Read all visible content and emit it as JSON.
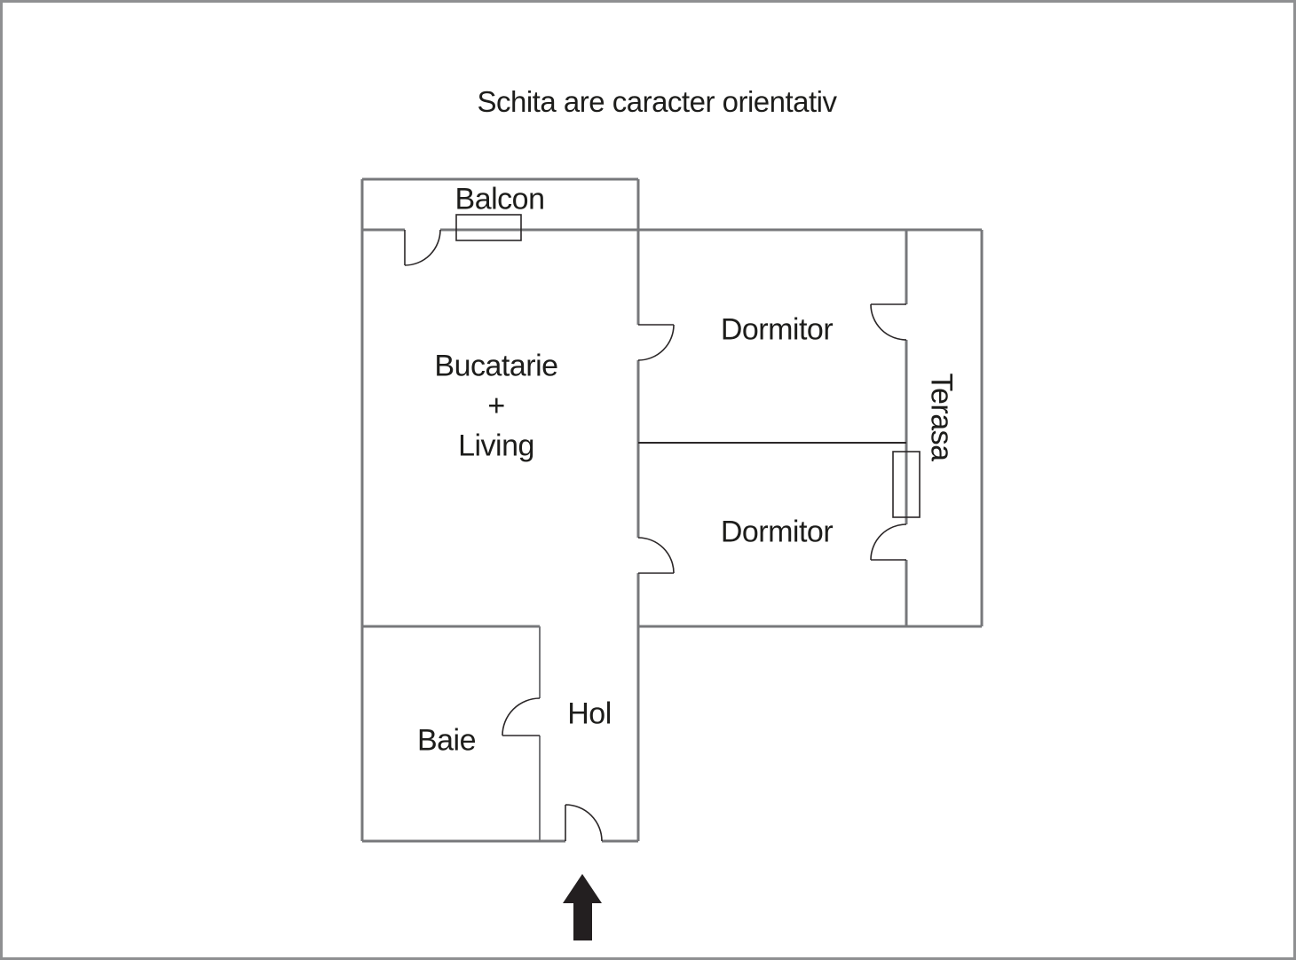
{
  "title": "Schita are caracter orientativ",
  "colors": {
    "wall": "#77787b",
    "line": "#2b2728",
    "text": "#1d1d1b",
    "arrow": "#231f20",
    "border": "#8f9092"
  },
  "rooms": {
    "balcon": {
      "label": "Balcon"
    },
    "bucatarie_living": {
      "line1": "Bucatarie",
      "line2": "+",
      "line3": "Living"
    },
    "dormitor_top": {
      "label": "Dormitor"
    },
    "dormitor_bottom": {
      "label": "Dormitor"
    },
    "terasa": {
      "label": "Terasa"
    },
    "baie": {
      "label": "Baie"
    },
    "hol": {
      "label": "Hol"
    }
  },
  "entrance": {
    "direction": "up"
  }
}
